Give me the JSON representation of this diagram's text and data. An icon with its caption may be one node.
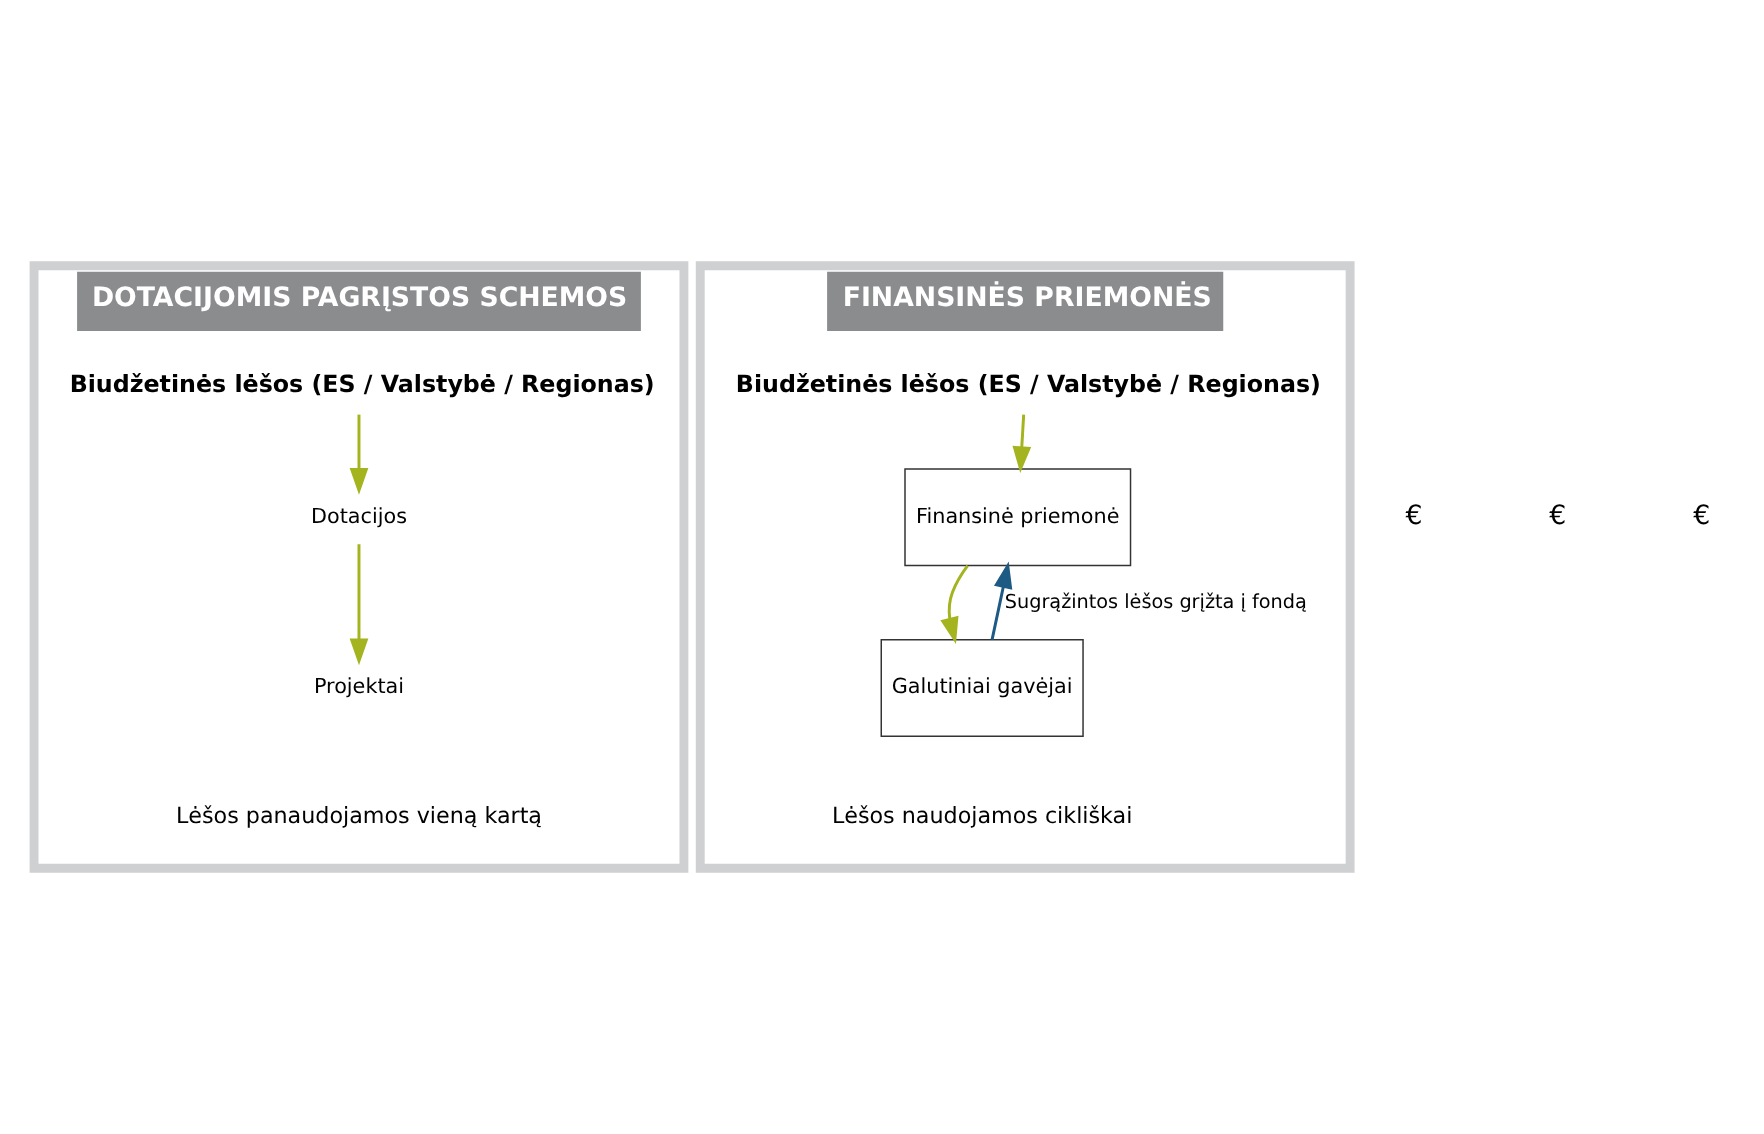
{
  "diagram": {
    "nodes": [
      {
        "text": [
          "DOTACIJOMIS PAGRĮSTOS SCHEMOS"
        ]
      },
      {
        "text": [
          "Biudžetinės lėšos (ES / Valstybė / Regionas)"
        ],
        "in": 0
      },
      {
        "text": [
          "Dotacijos"
        ],
        "in": 0
      },
      {
        "text": [
          "Projektai"
        ],
        "in": 0
      },
      {
        "text": [
          "Lėšos panaudojamos vieną kartą"
        ],
        "in": 0
      },
      {
        "text": [
          "FINANSINĖS PRIEMONĖS"
        ]
      },
      {
        "text": [
          "Biudžetinės lėšos (ES / Valstybė / Regionas)"
        ],
        "in": 5
      },
      {
        "text": [
          "Finansinė priemonė"
        ],
        "in": 5
      },
      {
        "text": [
          "Galutiniai gavėjai"
        ],
        "in": 5
      },
      {
        "text": [
          "Lėšos naudojamos cikliškai"
        ],
        "in": 5
      }
    ],
    "edges": [
      {
        "from": 1,
        "to": 2,
        "arrow": "to"
      },
      {
        "from": 2,
        "to": 3,
        "arrow": "to"
      },
      {
        "from": 6,
        "to": 7,
        "arrow": "to"
      },
      {
        "from": 7,
        "to": 8,
        "arrow": "to"
      },
      {
        "from": 8,
        "to": 7,
        "arrow": "to",
        "color": "#1d5a84",
        "label": "Sugrąžintos lėšos grįžta į fondą"
      }
    ],
    "labels": [
      "€",
      "€",
      "€"
    ]
  }
}
